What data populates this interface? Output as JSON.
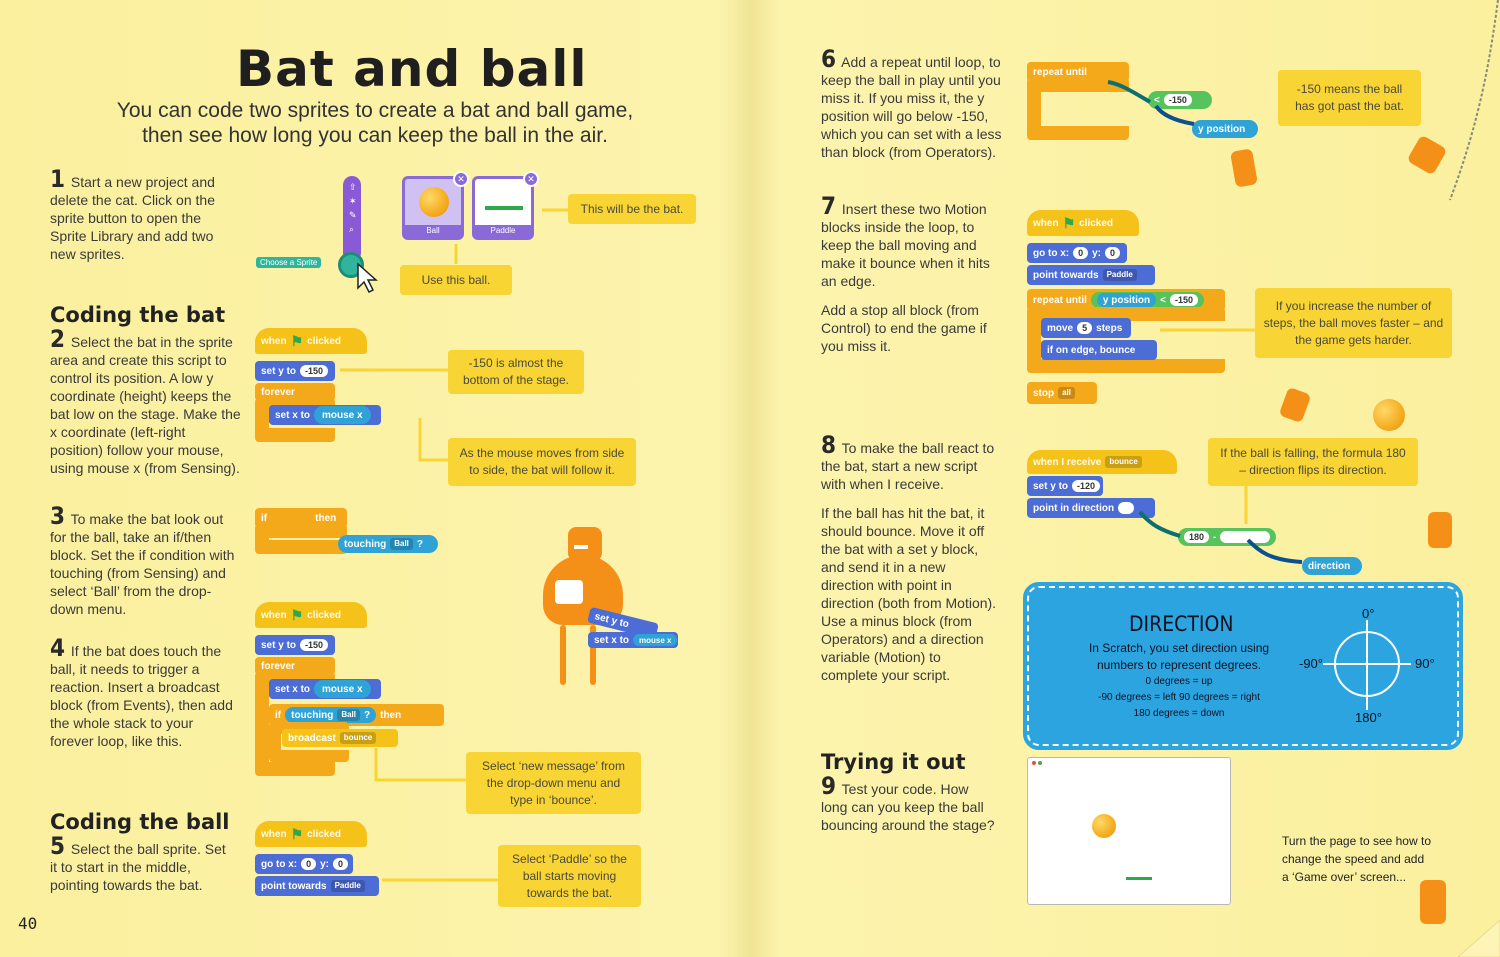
{
  "title": "Bat and ball",
  "subtitle": "You can code two sprites to create a bat and ball game, then see how long you can keep the ball in the air.",
  "page_number": "40",
  "sections": {
    "coding_bat": "Coding the bat",
    "coding_ball": "Coding the ball",
    "trying_out": "Trying it out"
  },
  "steps": {
    "s1": {
      "num": "1",
      "text": "Start a new project and delete the cat. Click on the sprite button to open the Sprite Library and add two new sprites."
    },
    "s2": {
      "num": "2",
      "text": "Select the bat in the sprite area and create this script to control its position. A low y coordinate (height) keeps the bat low on the stage. Make the x coordinate (left-right position) follow your mouse, using mouse x (from Sensing)."
    },
    "s3": {
      "num": "3",
      "text": "To make the bat look out for the ball, take an if/then block. Set the if condition with touching (from Sensing) and select ‘Ball’ from the drop-down menu."
    },
    "s4": {
      "num": "4",
      "text": "If the bat does touch the ball, it needs to trigger a reaction. Insert a broadcast block (from Events), then add the whole stack to your forever loop, like this."
    },
    "s5": {
      "num": "5",
      "text": "Select the ball sprite. Set it to start in the middle, pointing towards the bat."
    },
    "s6": {
      "num": "6",
      "text": "Add a repeat until loop, to keep the ball in play until you miss it. If you miss it, the y position will go below -150, which you can set with a less than block (from Operators)."
    },
    "s7": {
      "num": "7",
      "text": "Insert these two Motion blocks inside the loop, to keep the ball moving and make it bounce when it hits an edge."
    },
    "s7b": {
      "text": "Add a stop all block (from Control) to end the game if you miss it."
    },
    "s8": {
      "num": "8",
      "text": "To make the ball react to the bat, start a new script with when I receive."
    },
    "s8b": {
      "text": "If the ball has hit the bat, it should bounce. Move it off the bat with a set y block, and send it in a new direction with point in direction (both from Motion). Use a minus block (from Operators) and a direction variable (Motion) to complete your script."
    },
    "s9": {
      "num": "9",
      "text": "Test your code. How long can you keep the ball bouncing around the stage?"
    }
  },
  "notes": {
    "bat": "This will be the bat.",
    "ball": "Use this ball.",
    "low": "-150 is almost the bottom of the stage.",
    "mouse": "As the mouse moves from side to side, the bat will follow it.",
    "message": "Select ‘new message’ from the drop-down menu and type in ‘bounce’.",
    "paddle": "Select ‘Paddle’ so the ball starts moving towards the bat.",
    "past": "-150 means the ball has got past the bat.",
    "steps": "If you increase the number of steps, the ball moves faster – and the game gets harder.",
    "falling": "If the ball is falling, the formula 180 – direction flips its direction.",
    "turn": "Turn the page to see how to change the speed and add a ‘Game over’ screen..."
  },
  "sprite_library": {
    "choose": "Choose a Sprite",
    "ball": "Ball",
    "paddle": "Paddle"
  },
  "blocks": {
    "when": "when",
    "clicked": "clicked",
    "set_y": "set y to",
    "v150": "-150",
    "forever": "forever",
    "set_x": "set x to",
    "mouse_x": "mouse x",
    "if": "if",
    "then": "then",
    "touching": "touching",
    "ball": "Ball",
    "q": "?",
    "broadcast": "broadcast",
    "bounce": "bounce",
    "go_to": "go to x:",
    "zero": "0",
    "y_colon": "y:",
    "point_towards": "point towards",
    "paddle": "Paddle",
    "repeat_until": "repeat until",
    "lt": "<",
    "y_position": "y position",
    "move": "move",
    "five": "5",
    "steps": "steps",
    "if_edge": "if on edge, bounce",
    "stop": "stop",
    "all": "all",
    "when_receive": "when I receive",
    "v120": "-120",
    "point_dir": "point in direction",
    "v180": "180",
    "minus": "-",
    "direction": "direction"
  },
  "direction_box": {
    "title": "DIRECTION",
    "text": "In Scratch, you set direction using numbers to represent degrees.",
    "line1": "0 degrees = up",
    "line2": "-90 degrees = left  90 degrees = right",
    "line3": "180 degrees = down",
    "deg0": "0°",
    "deg90": "90°",
    "degm90": "-90°",
    "deg180": "180°"
  },
  "colors": {
    "page": "#fbf09f",
    "note": "#f8d435",
    "events": "#f5c21a",
    "motion": "#4c6cd6",
    "control": "#f4a91a",
    "sensing": "#2fa3d6",
    "operators": "#57c35c",
    "info_box": "#2ba4e0"
  }
}
